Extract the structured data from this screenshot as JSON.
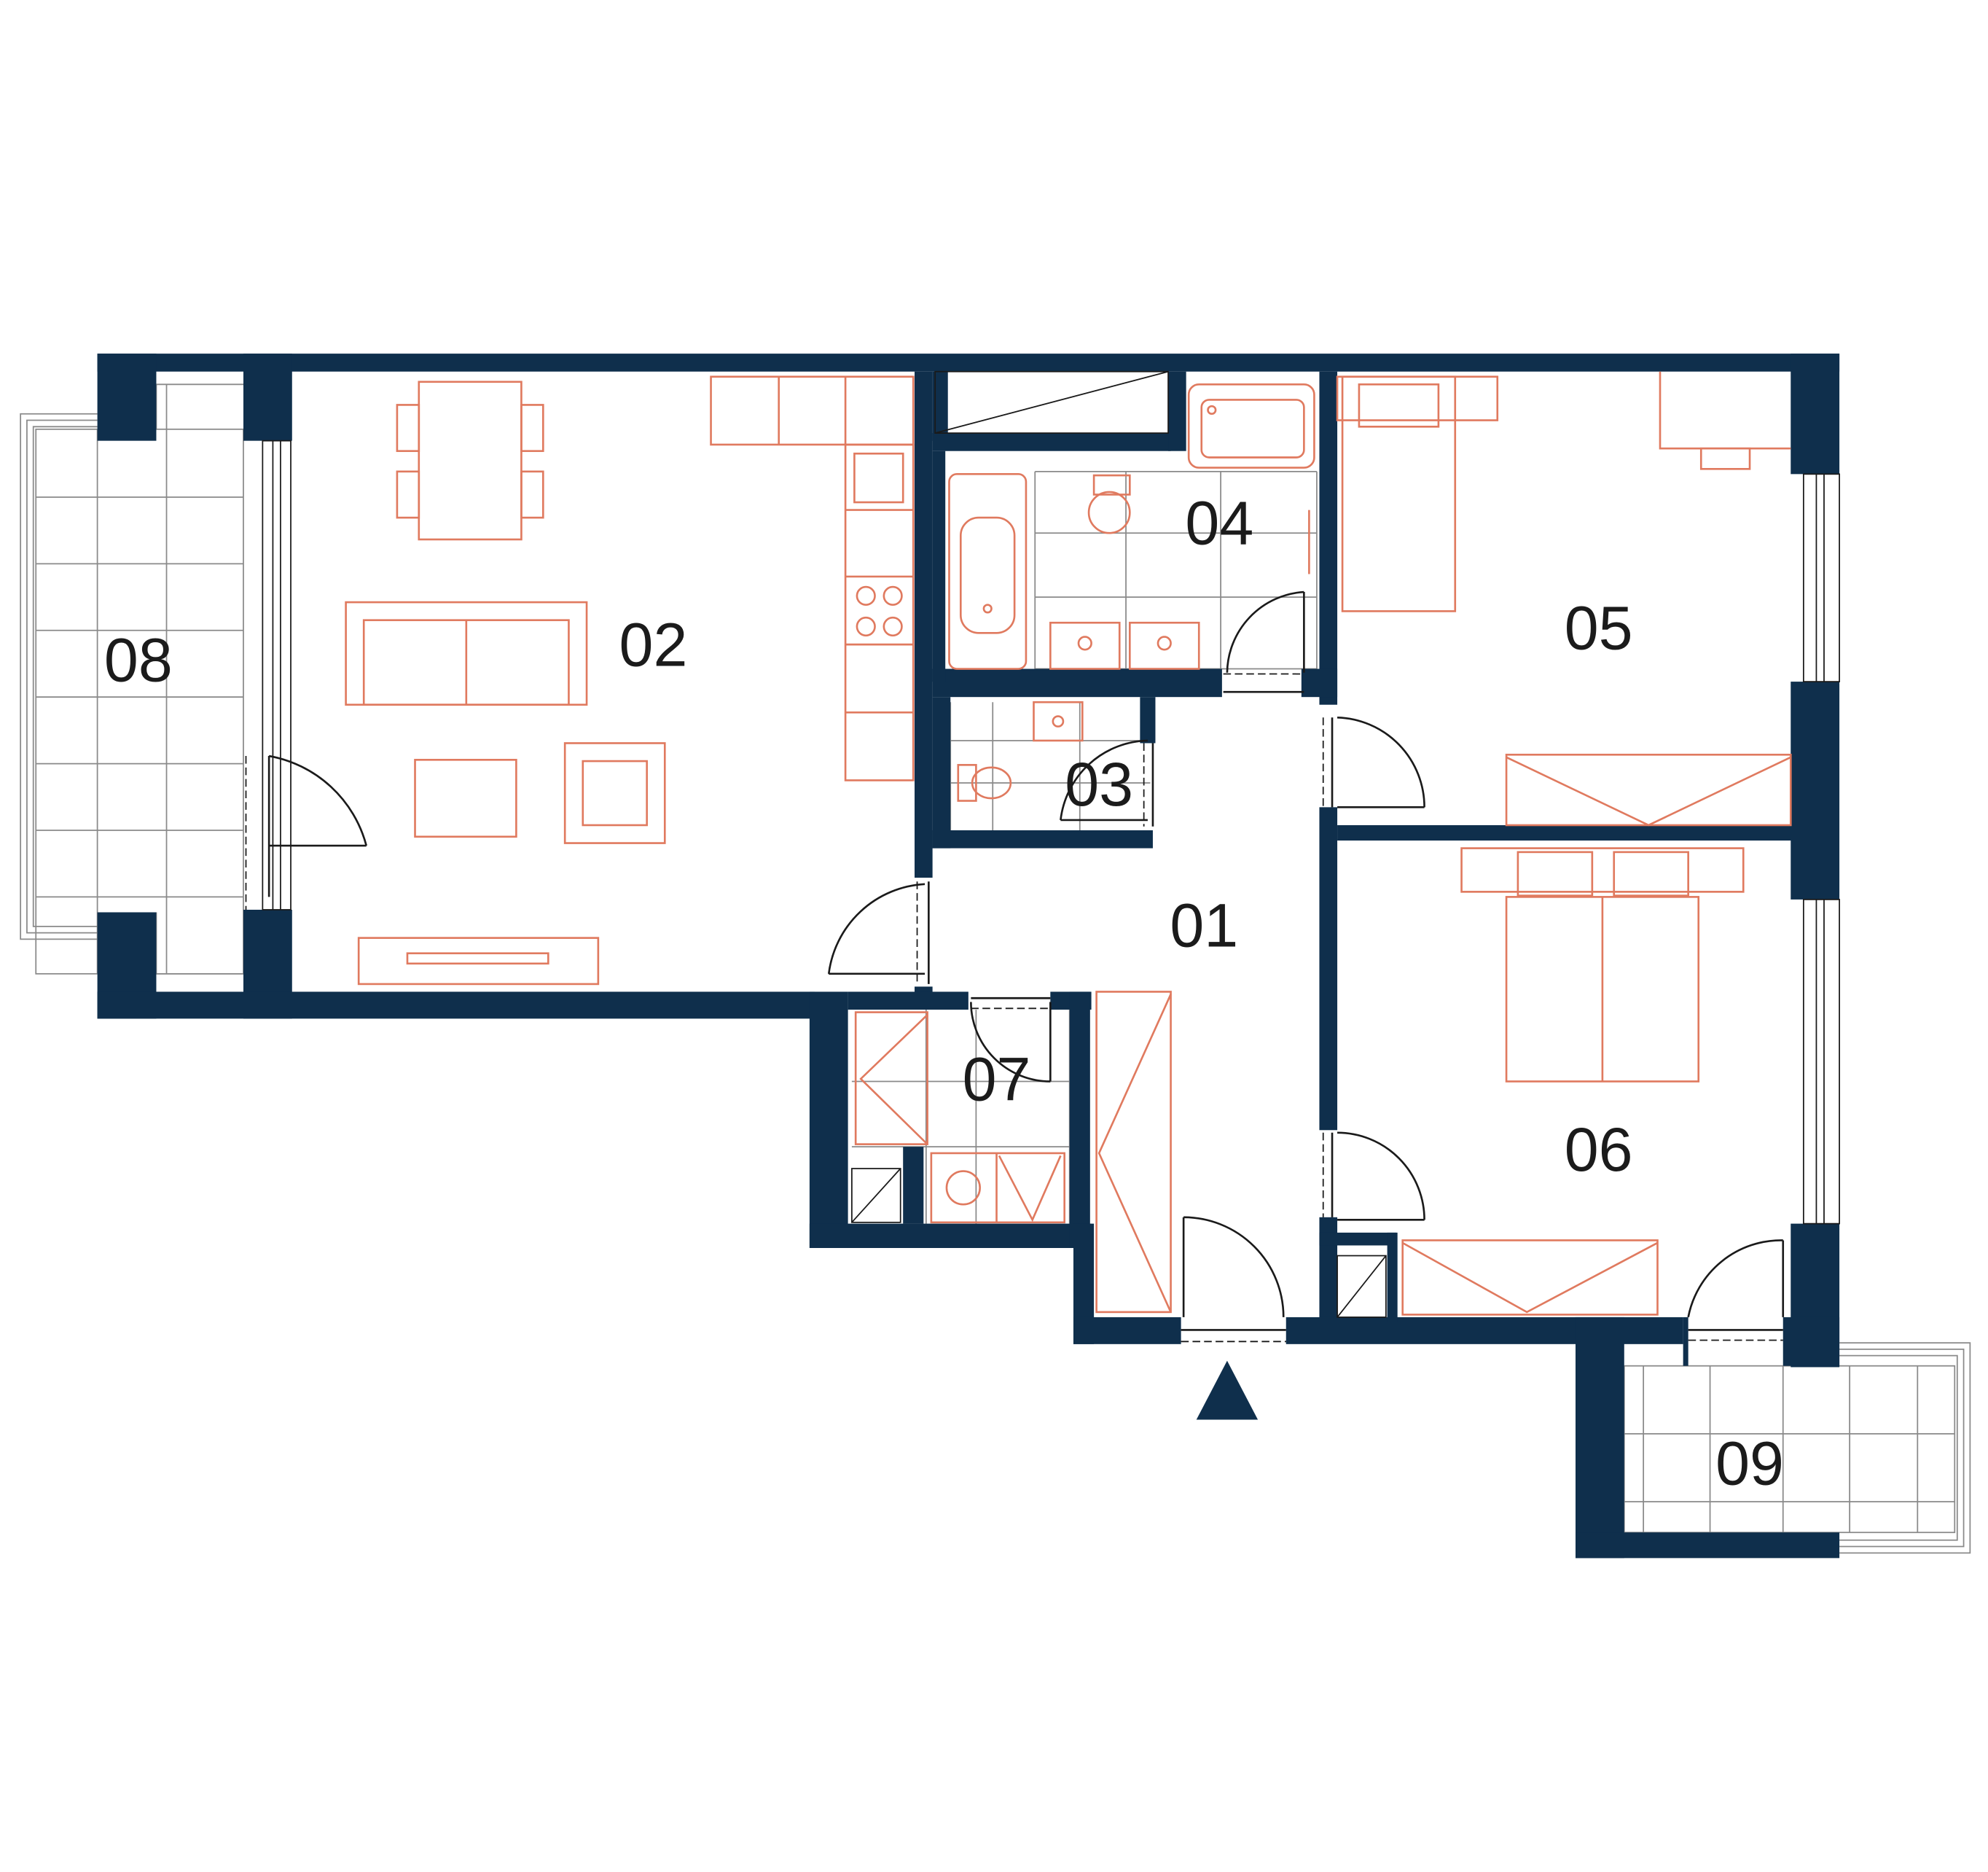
{
  "colors": {
    "wall": "#0f2f4c",
    "furniture": "#e07a5f",
    "grid": "#8a8a8a",
    "door": "#1a1a1a",
    "background": "#ffffff"
  },
  "rooms": [
    {
      "id": "01",
      "label": "01"
    },
    {
      "id": "02",
      "label": "02"
    },
    {
      "id": "03",
      "label": "03"
    },
    {
      "id": "04",
      "label": "04"
    },
    {
      "id": "05",
      "label": "05"
    },
    {
      "id": "06",
      "label": "06"
    },
    {
      "id": "07",
      "label": "07"
    },
    {
      "id": "08",
      "label": "08"
    },
    {
      "id": "09",
      "label": "09"
    }
  ],
  "icons": {
    "entrance": "entrance-arrow-icon"
  }
}
